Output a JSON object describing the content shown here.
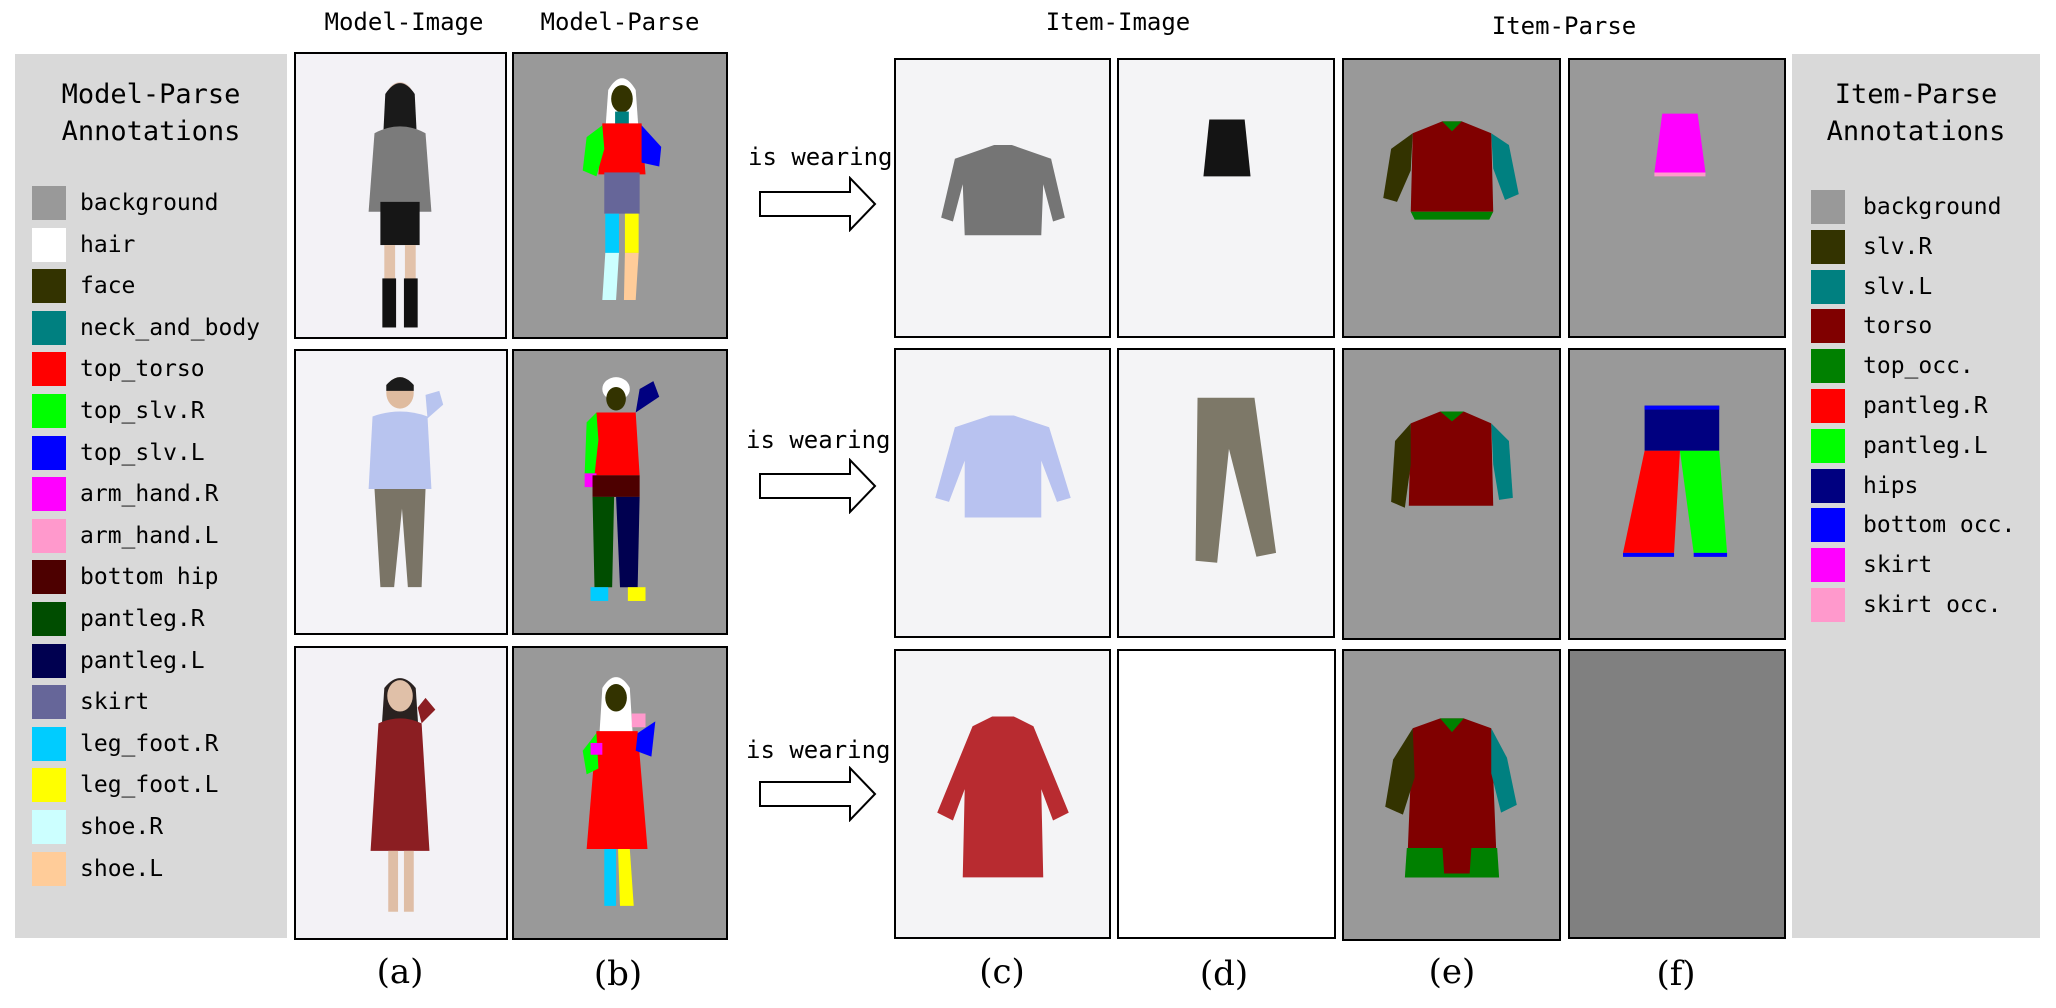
{
  "columns": {
    "model_image": "Model-Image",
    "model_parse": "Model-Parse",
    "item_image": "Item-Image",
    "item_parse": "Item-Parse"
  },
  "model_legend": {
    "title": "Model-Parse\nAnnotations",
    "items": [
      {
        "label": "background",
        "color": "#999999"
      },
      {
        "label": "hair",
        "color": "#ffffff"
      },
      {
        "label": "face",
        "color": "#333300"
      },
      {
        "label": "neck_and_body",
        "color": "#008080"
      },
      {
        "label": "top_torso",
        "color": "#ff0000"
      },
      {
        "label": "top_slv.R",
        "color": "#00ff00"
      },
      {
        "label": "top_slv.L",
        "color": "#0000ff"
      },
      {
        "label": "arm_hand.R",
        "color": "#ff00ff"
      },
      {
        "label": "arm_hand.L",
        "color": "#ff99cc"
      },
      {
        "label": "bottom hip",
        "color": "#4d0000"
      },
      {
        "label": "pantleg.R",
        "color": "#004d00"
      },
      {
        "label": "pantleg.L",
        "color": "#000050"
      },
      {
        "label": "skirt",
        "color": "#666699"
      },
      {
        "label": "leg_foot.R",
        "color": "#00ccff"
      },
      {
        "label": "leg_foot.L",
        "color": "#ffff00"
      },
      {
        "label": "shoe.R",
        "color": "#ccffff"
      },
      {
        "label": "shoe.L",
        "color": "#ffcc99"
      }
    ]
  },
  "item_legend": {
    "title": "Item-Parse\nAnnotations",
    "items": [
      {
        "label": "background",
        "color": "#999999"
      },
      {
        "label": "slv.R",
        "color": "#333300"
      },
      {
        "label": "slv.L",
        "color": "#008080"
      },
      {
        "label": "torso",
        "color": "#800000"
      },
      {
        "label": "top_occ.",
        "color": "#008000"
      },
      {
        "label": "pantleg.R",
        "color": "#ff0000"
      },
      {
        "label": "pantleg.L",
        "color": "#00ff00"
      },
      {
        "label": "hips",
        "color": "#000080"
      },
      {
        "label": "bottom occ.",
        "color": "#0000ff"
      },
      {
        "label": "skirt",
        "color": "#ff00ff"
      },
      {
        "label": "skirt occ.",
        "color": "#ff99cc"
      }
    ]
  },
  "relation_label": "is wearing",
  "captions": [
    "(a)",
    "(b)",
    "(c)",
    "(d)",
    "(e)",
    "(f)"
  ]
}
